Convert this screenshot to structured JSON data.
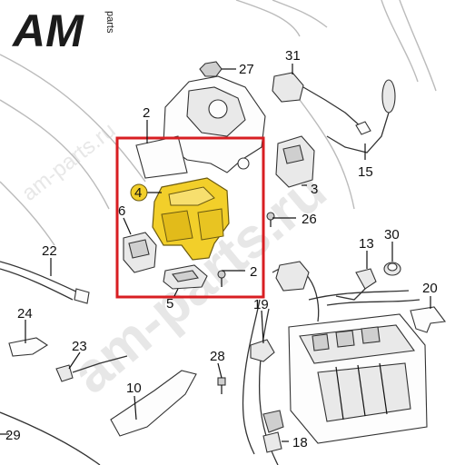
{
  "logo": {
    "main": "AM",
    "sub": "parts"
  },
  "watermarks": {
    "small": "am-parts.ru",
    "large": "am-parts.ru"
  },
  "highlight_color": "#d81e22",
  "part_highlight_color": "#f2cf2a",
  "callouts": {
    "c27": "27",
    "c31": "31",
    "c2a": "2",
    "c15": "15",
    "c3": "3",
    "c4": "4",
    "c6": "6",
    "c26": "26",
    "c2b": "2",
    "c5": "5",
    "c22": "22",
    "c13": "13",
    "c30": "30",
    "c20": "20",
    "c24": "24",
    "c19": "19",
    "c23": "23",
    "c28": "28",
    "c10": "10",
    "c29": "29",
    "c18": "18"
  }
}
